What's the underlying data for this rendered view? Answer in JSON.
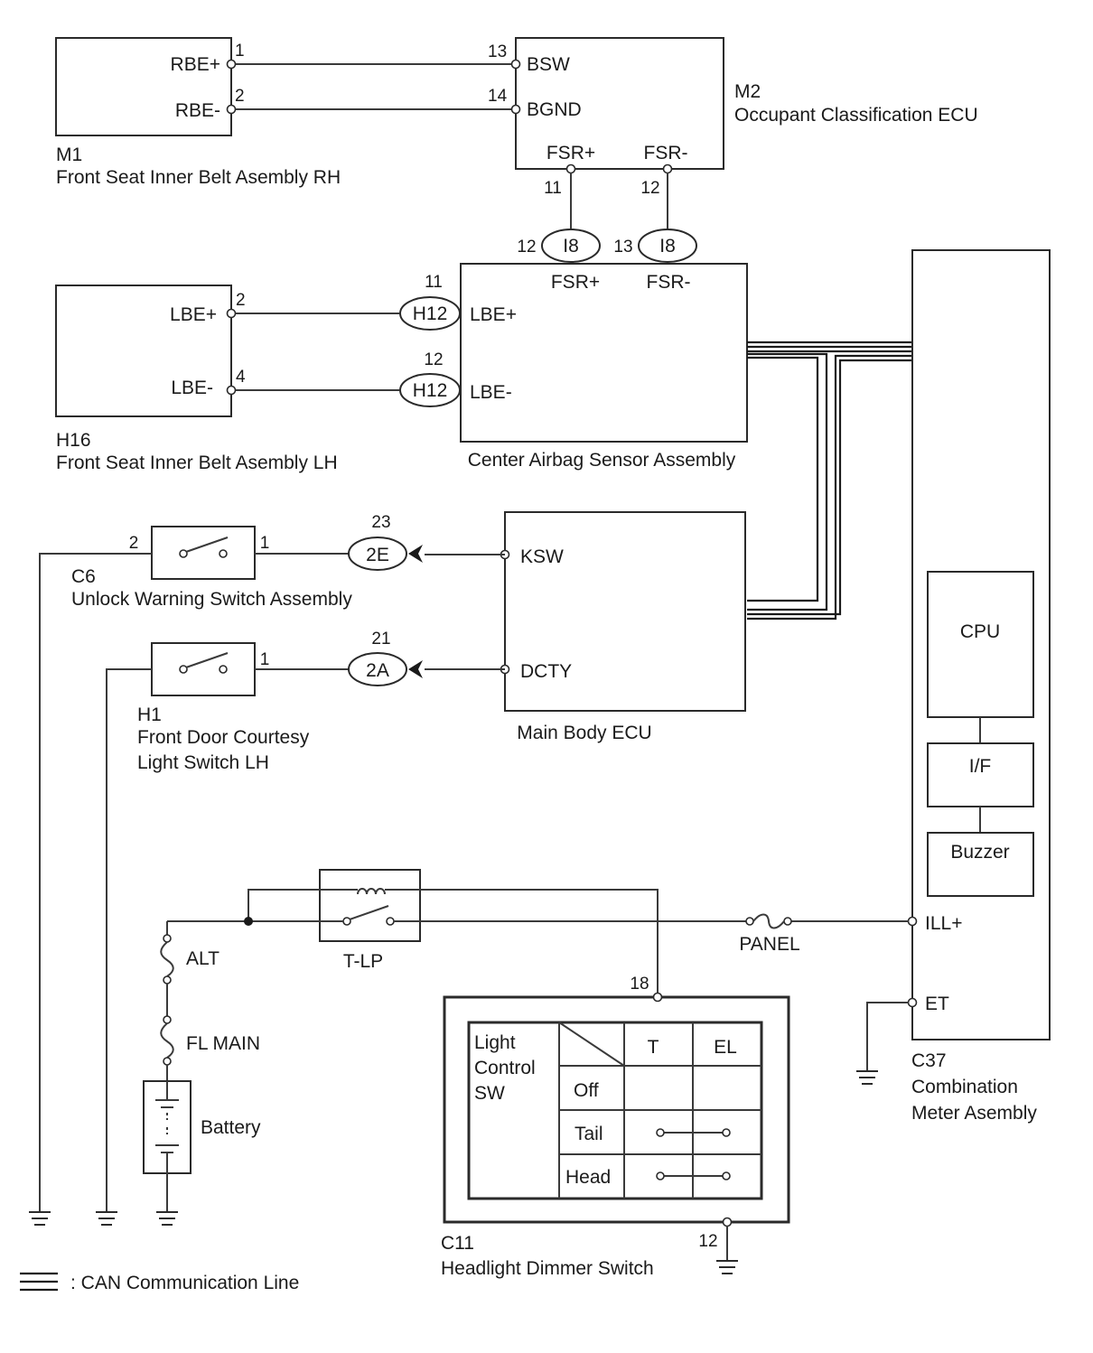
{
  "components": {
    "m1": {
      "code": "M1",
      "name": "Front Seat Inner Belt Asembly RH",
      "pin_rbe_plus": "RBE+",
      "pin_rbe_minus": "RBE-",
      "num_1": "1",
      "num_2": "2"
    },
    "m2": {
      "code": "M2",
      "name": "Occupant Classification ECU",
      "pin_bsw": "BSW",
      "pin_bgnd": "BGND",
      "pin_fsr_plus": "FSR+",
      "pin_fsr_minus": "FSR-",
      "num_13": "13",
      "num_14": "14",
      "num_11": "11",
      "num_12": "12"
    },
    "h16": {
      "code": "H16",
      "name": "Front Seat Inner Belt Asembly LH",
      "pin_lbe_plus": "LBE+",
      "pin_lbe_minus": "LBE-",
      "num_2": "2",
      "num_4": "4"
    },
    "airbag": {
      "name": "Center Airbag Sensor Assembly",
      "pin_fsr_plus": "FSR+",
      "pin_fsr_minus": "FSR-",
      "pin_lbe_plus": "LBE+",
      "pin_lbe_minus": "LBE-"
    },
    "c6": {
      "code": "C6",
      "name": "Unlock Warning Switch Assembly",
      "num_2": "2",
      "num_1": "1"
    },
    "h1": {
      "code": "H1",
      "name_line1": "Front Door Courtesy",
      "name_line2": "Light Switch LH",
      "num_1": "1"
    },
    "main_body": {
      "name": "Main Body ECU",
      "pin_ksw": "KSW",
      "pin_dcty": "DCTY"
    },
    "c37": {
      "code": "C37",
      "name_line1": "Combination",
      "name_line2": "Meter Asembly",
      "cpu": "CPU",
      "if": "I/F",
      "buzzer": "Buzzer",
      "pin_ill": "ILL+",
      "pin_et": "ET"
    },
    "tlp": {
      "name": "T-LP"
    },
    "fuses": {
      "alt": "ALT",
      "fl_main": "FL MAIN",
      "panel": "PANEL"
    },
    "battery": {
      "name": "Battery"
    },
    "c11": {
      "code": "C11",
      "name": "Headlight Dimmer Switch",
      "num_18": "18",
      "num_12": "12",
      "table_title_1": "Light",
      "table_title_2": "Control",
      "table_title_3": "SW",
      "col_t": "T",
      "col_el": "EL",
      "rows": [
        "Off",
        "Tail",
        "Head"
      ]
    }
  },
  "connectors": {
    "i8_a": {
      "label": "I8",
      "pin": "12"
    },
    "i8_b": {
      "label": "I8",
      "pin": "13"
    },
    "h12_a": {
      "label": "H12",
      "pin": "11"
    },
    "h12_b": {
      "label": "H12",
      "pin": "12"
    },
    "c2e": {
      "label": "2E",
      "pin": "23"
    },
    "c2a": {
      "label": "2A",
      "pin": "21"
    }
  },
  "legend": {
    "text": ": CAN Communication Line"
  }
}
